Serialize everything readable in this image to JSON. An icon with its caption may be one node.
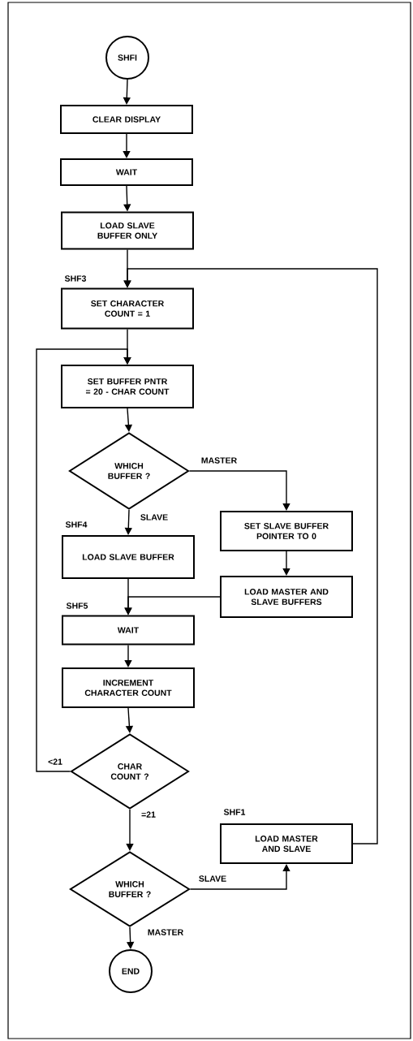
{
  "diagram": {
    "nodes": [
      {
        "text": [
          "SHFI"
        ]
      },
      {
        "text": [
          "CLEAR DISPLAY"
        ]
      },
      {
        "text": [
          "WAIT"
        ]
      },
      {
        "text": [
          "LOAD SLAVE BUFFER ONLY"
        ]
      },
      {
        "text": [
          "SET CHARACTER COUNT = 1"
        ],
        "beside": [
          "SHF3"
        ]
      },
      {
        "text": [
          "SET BUFFER PNTR = 20 - CHAR COUNT"
        ]
      },
      {
        "text": [
          "WHICH BUFFER ?"
        ]
      },
      {
        "text": [
          "LOAD SLAVE BUFFER"
        ],
        "beside": [
          "SHF4"
        ]
      },
      {
        "text": [
          "SET SLAVE BUFFER POINTER TO 0"
        ]
      },
      {
        "text": [
          "LOAD MASTER AND SLAVE BUFFERS"
        ]
      },
      {
        "text": [
          "WAIT"
        ],
        "beside": [
          "SHF5"
        ]
      },
      {
        "text": [
          "INCREMENT CHARACTER COUNT"
        ]
      },
      {
        "text": [
          "CHAR COUNT ?"
        ]
      },
      {
        "text": [
          "LOAD MASTER AND SLAVE"
        ],
        "beside": [
          "SHF1"
        ]
      },
      {
        "text": [
          "WHICH BUFFER ?"
        ]
      },
      {
        "text": [
          "END"
        ]
      }
    ],
    "edges": [
      {
        "from": 0,
        "to": 1,
        "arrow": "to"
      },
      {
        "from": 1,
        "to": 2,
        "arrow": "to"
      },
      {
        "from": 2,
        "to": 3,
        "arrow": "to"
      },
      {
        "from": 3,
        "to": 4,
        "arrow": "to"
      },
      {
        "from": 4,
        "to": 5,
        "arrow": "to"
      },
      {
        "from": 5,
        "to": 6,
        "arrow": "to"
      },
      {
        "from": 6,
        "to": 7,
        "arrow": "to",
        "label": "SLAVE"
      },
      {
        "from": 6,
        "to": 8,
        "arrow": "to",
        "label": "MASTER"
      },
      {
        "from": 8,
        "to": 9,
        "arrow": "to"
      },
      {
        "from": 7,
        "to": 10,
        "arrow": "to"
      },
      {
        "from": 9,
        "to": 10,
        "arrow": "to"
      },
      {
        "from": 10,
        "to": 11,
        "arrow": "to"
      },
      {
        "from": 11,
        "to": 12,
        "arrow": "to"
      },
      {
        "from": 12,
        "to": 5,
        "arrow": "to",
        "label": "<21"
      },
      {
        "from": 12,
        "to": 14,
        "arrow": "to",
        "label": "=21"
      },
      {
        "from": 14,
        "to": 13,
        "arrow": "to",
        "label": "SLAVE"
      },
      {
        "from": 13,
        "to": 4,
        "arrow": "to"
      },
      {
        "from": 14,
        "to": 15,
        "arrow": "to",
        "label": "MASTER"
      }
    ]
  }
}
